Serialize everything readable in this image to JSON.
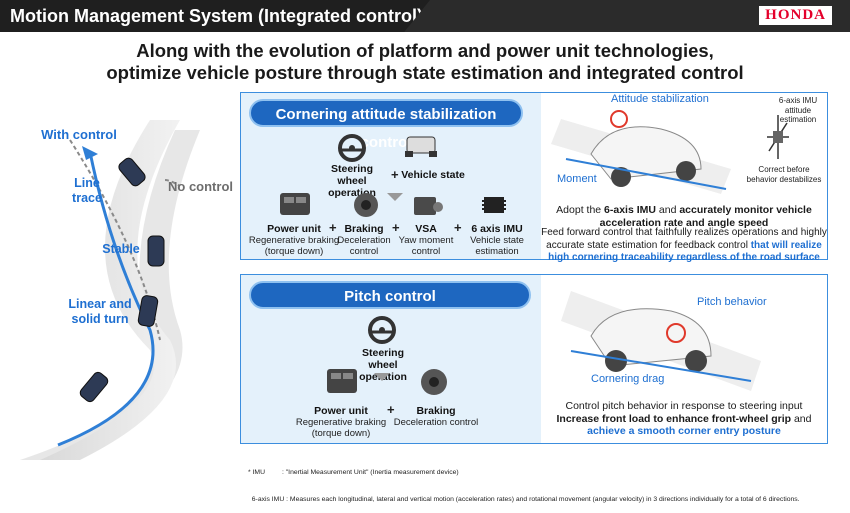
{
  "header": {
    "title": "Motion Management System (Integrated control)",
    "logo": "HONDA"
  },
  "headline": {
    "line1": "Along with the evolution of platform and power unit technologies,",
    "line2": "optimize vehicle posture through state estimation and integrated control"
  },
  "road_diagram": {
    "with_control": "With control",
    "no_control": "No control",
    "line_trace_1": "Line",
    "line_trace_2": "trace",
    "stable": "Stable",
    "linear_1": "Linear and",
    "linear_2": "solid turn"
  },
  "cornering": {
    "title": "Cornering attitude stabilization control",
    "steering_1": "Steering wheel",
    "steering_2": "operation",
    "vehicle_state": "Vehicle state",
    "components": [
      {
        "name": "Power unit",
        "desc1": "Regenerative braking",
        "desc2": "(torque down)"
      },
      {
        "name": "Braking",
        "desc1": "Deceleration",
        "desc2": "control"
      },
      {
        "name": "VSA",
        "desc1": "Yaw moment",
        "desc2": "control"
      },
      {
        "name": "6 axis IMU",
        "desc1": "Vehicle state",
        "desc2": "estimation"
      }
    ],
    "attitude_label": "Attitude stabilization",
    "moment_label": "Moment",
    "imu_label_1": "6-axis IMU",
    "imu_label_2": "attitude",
    "imu_label_3": "estimation",
    "correct_1": "Correct before",
    "correct_2": "behavior destabilizes",
    "desc_a1": "Adopt the ",
    "desc_a2": "6-axis IMU",
    "desc_a3": " and ",
    "desc_a4": "accurately monitor vehicle",
    "desc_a5": "acceleration rate and angle speed",
    "desc_b1": "Feed forward control that faithfully realizes operations and highly",
    "desc_b2": "accurate state estimation for feedback control ",
    "desc_b3": "that will realize",
    "desc_b4": "high cornering traceability regardless of the road surface"
  },
  "pitch": {
    "title": "Pitch control",
    "steering_1": "Steering wheel",
    "steering_2": "operation",
    "components": [
      {
        "name": "Power unit",
        "desc1": "Regenerative braking",
        "desc2": "(torque down)"
      },
      {
        "name": "Braking",
        "desc1": "Deceleration control",
        "desc2": ""
      }
    ],
    "pitch_behavior": "Pitch behavior",
    "cornering_drag": "Cornering drag",
    "desc1": "Control pitch behavior in response to steering input",
    "desc2": "Increase front load to enhance front-wheel grip",
    "desc3": " and",
    "desc4": "achieve a smooth corner entry posture"
  },
  "footnote": {
    "line1": "* IMU         : \"Inertial Measurement Unit\" (Inertia measurement device)",
    "line2": "  6-axis IMU : Measures each longitudinal, lateral and vertical motion (acceleration rates) and rotational movement (angular velocity) in 3 directions individually for a total of 6 directions."
  },
  "colors": {
    "accent": "#1e6fd1",
    "pill": "#1e67c0",
    "panel_bg": "#e4f1fb",
    "brand_red": "#e4002b"
  }
}
